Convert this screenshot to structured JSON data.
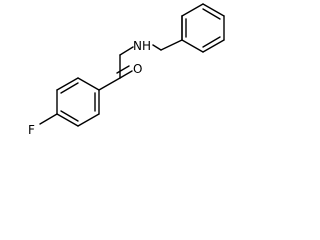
{
  "molecule": {
    "atoms": {
      "nitrogen": "NH",
      "oxygen": "O",
      "fluorine": "F"
    },
    "colors": {
      "background": "#ffffff",
      "bond": "#000000",
      "label": "#000000"
    }
  }
}
